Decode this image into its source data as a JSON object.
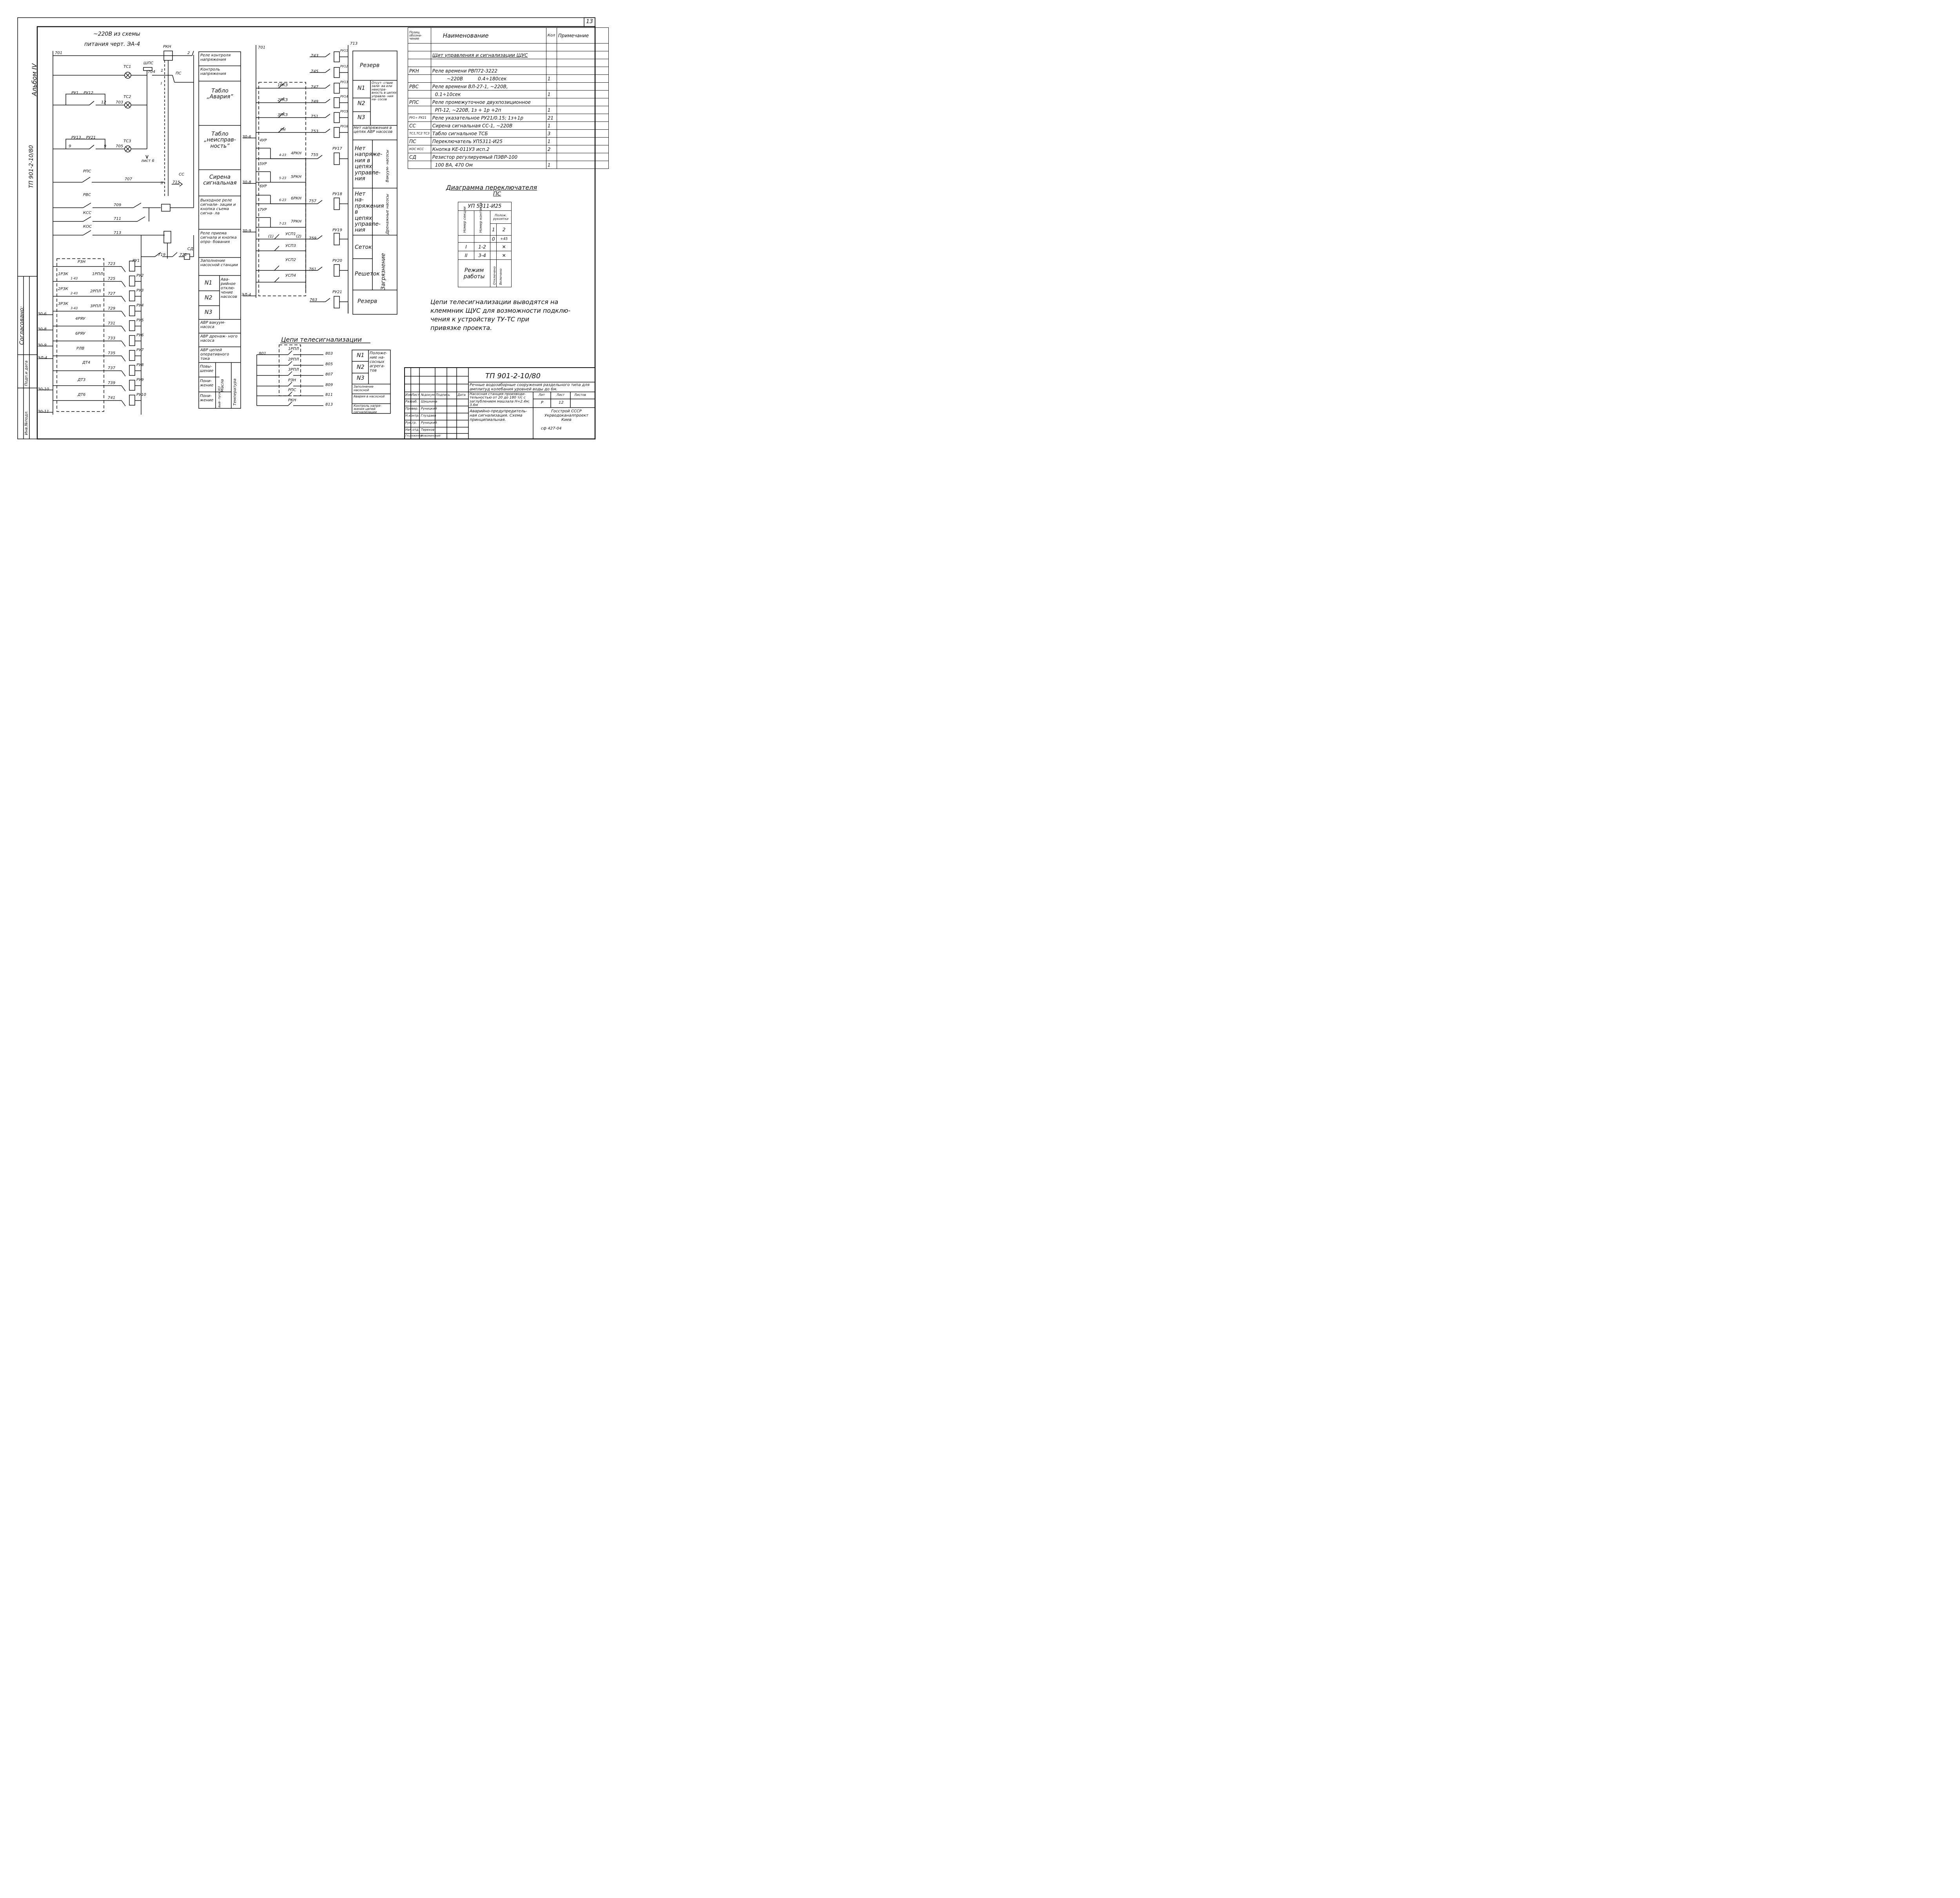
{
  "sheet": {
    "number": "13",
    "album": "Альбом IV",
    "doc_code": "ТП 901-2-10/80",
    "agreed": "Согласовано:",
    "inv": "Инв.№подл.",
    "signdate": "Подп.и дата",
    "inv2": "Взам.инв.№",
    "bottom_mark": "сф 427-04"
  },
  "left_schematic": {
    "supply_note_1": "~220В из схемы",
    "supply_note_2": "питания черт. ЭА-4",
    "wires": [
      "701",
      "704",
      "703",
      "705",
      "707",
      "709",
      "711",
      "713",
      "715",
      "719",
      "721",
      "723",
      "725",
      "727",
      "729",
      "731",
      "733",
      "735",
      "737",
      "739",
      "741"
    ],
    "components": [
      "РКН",
      "ШПС",
      "ТС1",
      "ТС2",
      "ТС3",
      "ПС",
      "СС",
      "РВС",
      "КСС",
      "КОС",
      "РПС",
      "СД",
      "РЗН",
      "1РЗК",
      "1РПЛ",
      "2РЗК",
      "2РПЛ",
      "3РЗК",
      "3РПЛ",
      "4РЯУ",
      "6РЯУ",
      "РЛВ",
      "ДТ4",
      "ДТ3",
      "ДТ6"
    ],
    "relays": [
      "РУ1",
      "РУ2",
      "РУ3",
      "РУ4",
      "РУ5",
      "РУ6",
      "РУ7",
      "РУ8",
      "РУ9",
      "РУ10"
    ],
    "contact_labels": [
      "РУ1... РУ12",
      "12",
      "РУ13... РУ21",
      "9",
      "9",
      "1-43",
      "2-43",
      "3-43",
      "1",
      "2",
      "I",
      "II",
      "лист 6"
    ],
    "inputs": [
      "30-6",
      "30-8",
      "30-9",
      "ЭЛ-4",
      "30-10",
      "30-11"
    ]
  },
  "mid_table": {
    "rows": [
      "Реле контроля напряжения",
      "Контроль напряжения",
      "Табло „Авария”",
      "Табло „неисправ- ность”",
      "Сирена сигнальная",
      "Выходное реле сигнали- зации и кнопка съема сигна- ла",
      "Реле приема сигнала и кнопка опро- бования",
      "Заполнение насосной станции"
    ],
    "n_labels": [
      "N1",
      "N2",
      "N3"
    ],
    "avar_label": "Ава- рийное отклю- чение насосов",
    "avr_rows": [
      "АВР вакуум- насоса",
      "АВР дренаж- ного насоса",
      "АВР цепей оперативного тока"
    ],
    "temp_rows": [
      "Повы- шение",
      "Пони- жение",
      "Пони- жение"
    ],
    "masla": "Масла",
    "vyp": "выв- пуск КU",
    "temperature": "Температура"
  },
  "right_schematic": {
    "wires": [
      "701",
      "713",
      "743",
      "745",
      "747",
      "749",
      "751",
      "753",
      "755",
      "757",
      "759",
      "761",
      "763"
    ],
    "relays": [
      "РУ11",
      "РУ12",
      "РУ13",
      "РУ14",
      "РУ15",
      "РУ16",
      "РУ17",
      "РУ18",
      "РУ19",
      "РУ20",
      "РУ21"
    ],
    "contacts": [
      "1РКЗ",
      "2РКЗ",
      "3РКЗ",
      "РН",
      "4УР",
      "4-23",
      "4РКН",
      "5УР",
      "5-23",
      "5РКН",
      "6УР",
      "6-23",
      "6РКН",
      "7УР",
      "7-23",
      "7РКН",
      "УСП1",
      "УСП2",
      "УСП3",
      "УСП4",
      "(1)",
      "(2)"
    ],
    "inputs": [
      "30-6",
      "30-8",
      "30-9",
      "ЭЛ-4"
    ]
  },
  "right_table": {
    "rows": [
      "Резерв",
      "N1",
      "N2",
      "N3",
      "Нет напряжения в цепях АВР насосов",
      "Нет напряже- ния в цепях управле- ния",
      "Нет на- пряжения в цепях управле- ния",
      "Сеток",
      "Решеток",
      "Резерв"
    ],
    "fault_text": "Отсут- ствие зали- ва или неиспра- вность в цепях управле- ния на- сосов",
    "vacuum": "Вакуум- насосы",
    "drain": "Дренажные насосы",
    "clog": "Загрязнение"
  },
  "spec": {
    "headers": [
      "Позиц. обозна- чение",
      "Наименование",
      "Кол",
      "Примечание"
    ],
    "rows": [
      [
        "",
        "Щит управления и сигнализации ЩУС",
        "",
        ""
      ],
      [
        "РКН",
        "Реле времени РВП72-3222",
        "",
        ""
      ],
      [
        "",
        "~220В          0.4÷180сек",
        "1",
        ""
      ],
      [
        "РВС",
        "Реле времени ВЛ-27-1, ~220В,",
        "",
        ""
      ],
      [
        "",
        "0.1÷10сек",
        "1",
        ""
      ],
      [
        "РПС",
        "Реле промежуточное двухпозиционное",
        "",
        ""
      ],
      [
        "",
        "РП-12, ~220В, 1з + 1р +2п",
        "1",
        ""
      ],
      [
        "РУ1÷ РУ21",
        "Реле указательное РУ21/0.15; 1з+1р",
        "21",
        ""
      ],
      [
        "СС",
        "Сирена сигнальная СС-1, ~220В",
        "1",
        ""
      ],
      [
        "ТС1,ТС2 ТС3",
        "Табло сигнальное ТСБ",
        "3",
        ""
      ],
      [
        "ПС",
        "Переключатель УП5311-И25",
        "1",
        ""
      ],
      [
        "КОС КСС",
        "Кнопка КЕ-011УЗ исп.2",
        "2",
        ""
      ],
      [
        "СД",
        "Резистор регулируемый ПЭВР-100",
        "",
        ""
      ],
      [
        "",
        "100 ВА, 470 Ом",
        "1",
        ""
      ]
    ]
  },
  "switch_diagram": {
    "title": "Диаграмма переключателя",
    "subtitle": "ПС",
    "model": "УП 5311-И25",
    "col_section": "Номер секции",
    "col_contact": "Номер контакта",
    "col_position": "Полож. рукоятки",
    "positions": [
      "1",
      "2"
    ],
    "angles": [
      "0",
      "+45"
    ],
    "sections": [
      [
        "I",
        "1-2"
      ],
      [
        "II",
        "3-4"
      ]
    ],
    "mode_label": "Режим работы",
    "modes": [
      "Отключено",
      "Включено"
    ]
  },
  "note": {
    "line1": "Цепи телесигнализации выводятся на",
    "line2": "клеммник ЩУС для возможности подклю-",
    "line3": "чения к устройству ТУ-ТС при",
    "line4": "привязке проекта."
  },
  "telesignal": {
    "title": "Цепи телесигнализации",
    "wire_in": "801",
    "contacts": [
      "1РПЛ",
      "2РПЛ",
      "3РПЛ",
      "РЗН",
      "РПС",
      "РКН"
    ],
    "wires_out": [
      "803",
      "805",
      "807",
      "809",
      "811",
      "813"
    ],
    "legend_n": [
      "N1",
      "N2",
      "N3"
    ],
    "legend_pos": "Положе- ние на- сосных агрега- тов",
    "legend_rows": [
      "Заполнение насосной",
      "Авария в насосной",
      "Контроль напря- жения цепей сигнализации"
    ]
  },
  "title_block": {
    "code": "ТП 901-2-10/80",
    "desc": "Речные водозаборные сооружения раздельного типа для амплитуд колебания уровней воды до 6м.",
    "station": "Насосная станция производи- тельностью от 20 до 180 т/с с заглублением машзала Н=2.4м; 3.6м",
    "sheet_title": "Аварийно-предупредитель- ная сигнализация. Схема принципиальная.",
    "org": "Госстрой СССР Укрводоканалпроект Киев",
    "cols": [
      "Изм",
      "Лист",
      "№докум.",
      "Подпись",
      "Дата"
    ],
    "roles": [
      "Разраб.",
      "Провер.",
      "Н.контр.",
      "Рук.гр.",
      "Нач.отд.",
      "Гл.инженер"
    ],
    "names": [
      "Шишкина",
      "Руницкий",
      "Глуздаев",
      "Руницкий",
      "Терехов",
      "Новоминский"
    ],
    "lit_label": "Лит",
    "list_label": "Лист",
    "lists_label": "Листов",
    "lit": "Р",
    "list": "12",
    "lists": ""
  },
  "colors": {
    "ink": "#111111",
    "paper": "#ffffff"
  }
}
